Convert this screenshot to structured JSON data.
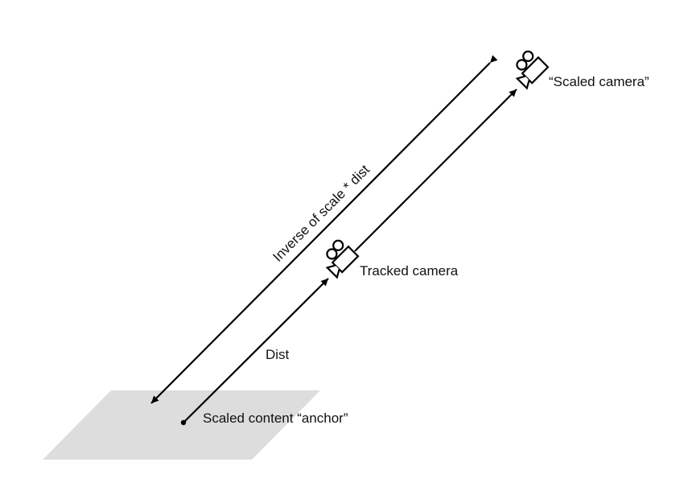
{
  "labels": {
    "scaled_camera": "“Scaled camera”",
    "tracked_camera": "Tracked camera",
    "inverse_scale": "Inverse of scale * dist",
    "dist": "Dist",
    "anchor": "Scaled content “anchor”"
  },
  "colors": {
    "ground_plane": "#dddddd",
    "line": "#000000",
    "background": "#ffffff"
  },
  "icons": {
    "tracked_camera": "movie-camera-icon",
    "scaled_camera": "movie-camera-icon"
  }
}
